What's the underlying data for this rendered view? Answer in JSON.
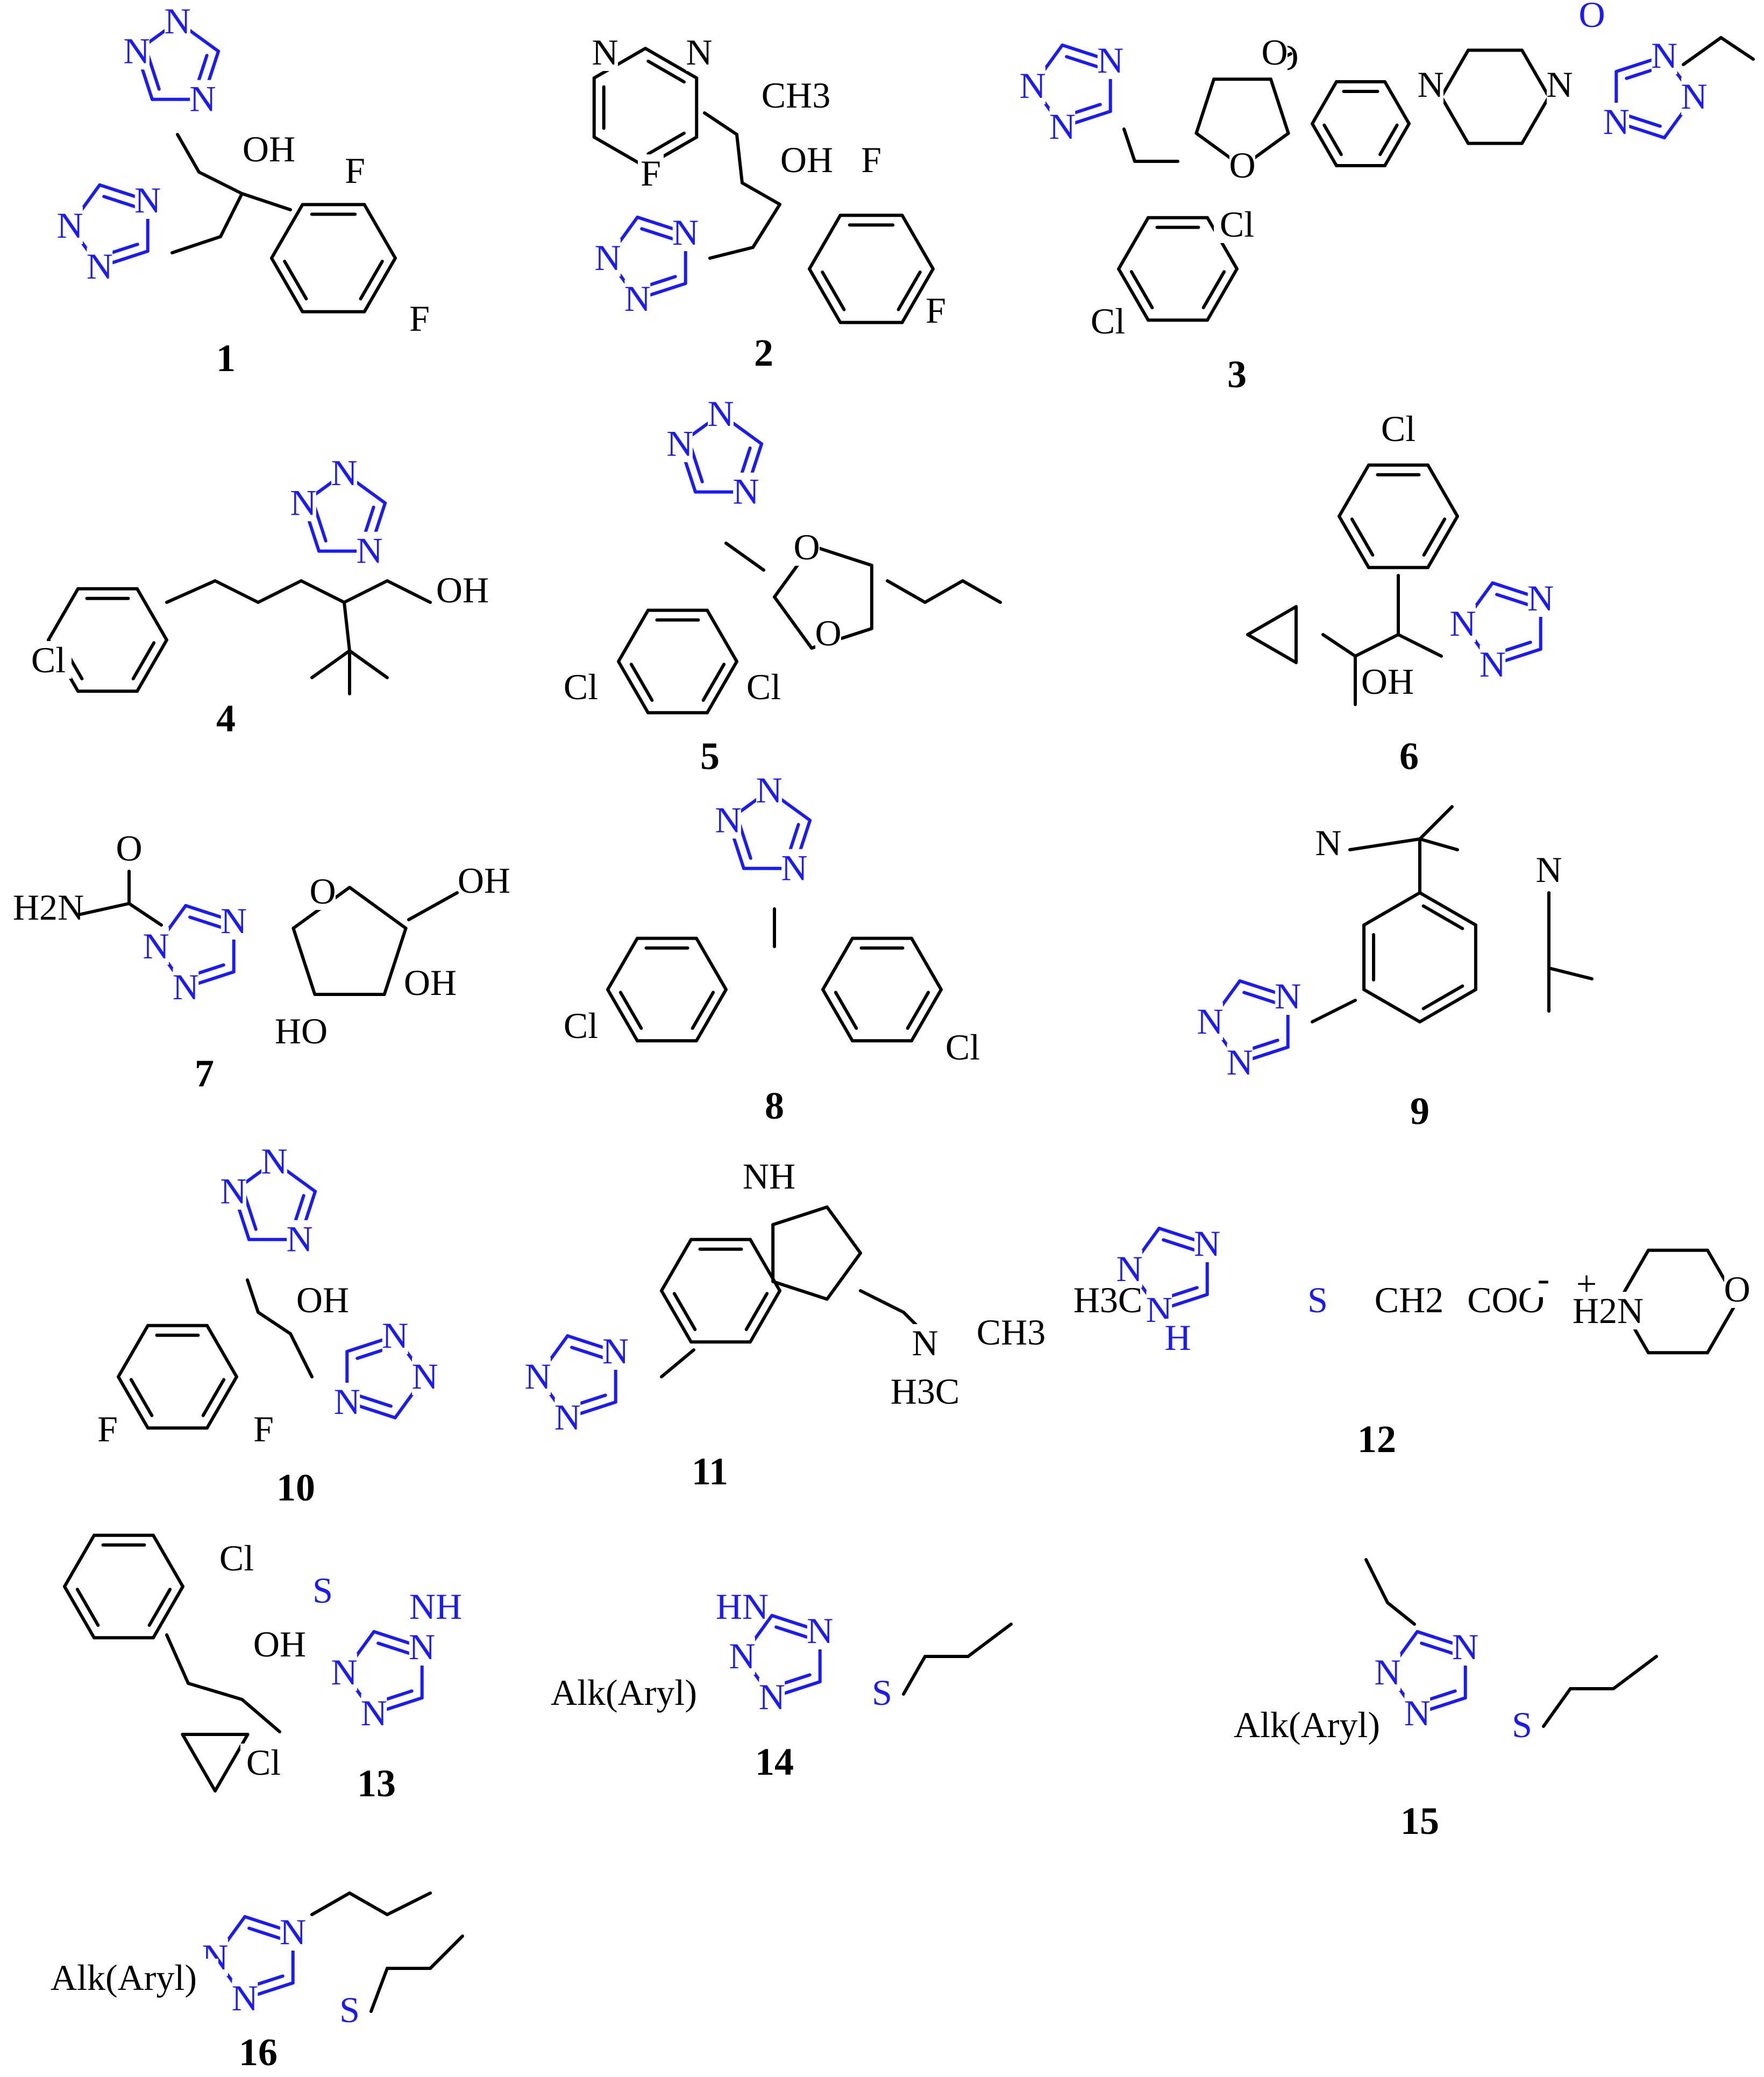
{
  "colors": {
    "triazole": "#1a1aff",
    "bond": "#000000",
    "background": "#ffffff"
  },
  "compounds": [
    {
      "id": "1"
    },
    {
      "id": "2"
    },
    {
      "id": "3"
    },
    {
      "id": "4"
    },
    {
      "id": "5"
    },
    {
      "id": "6"
    },
    {
      "id": "7"
    },
    {
      "id": "8"
    },
    {
      "id": "9"
    },
    {
      "id": "10"
    },
    {
      "id": "11"
    },
    {
      "id": "12"
    },
    {
      "id": "13"
    },
    {
      "id": "14"
    },
    {
      "id": "15"
    },
    {
      "id": "16"
    }
  ],
  "atoms": {
    "N": "N",
    "OH": "OH",
    "F": "F",
    "Cl": "Cl",
    "O": "O",
    "S": "S",
    "CH3": "CH3",
    "H2N": "H2N",
    "NH": "NH",
    "H": "H",
    "HN": "HN",
    "HO": "HO",
    "H3C": "H3C",
    "CH2": "CH2",
    "COO": "COO",
    "minus": "-",
    "plus": "+",
    "alk_aryl": "Alk(Aryl)"
  }
}
